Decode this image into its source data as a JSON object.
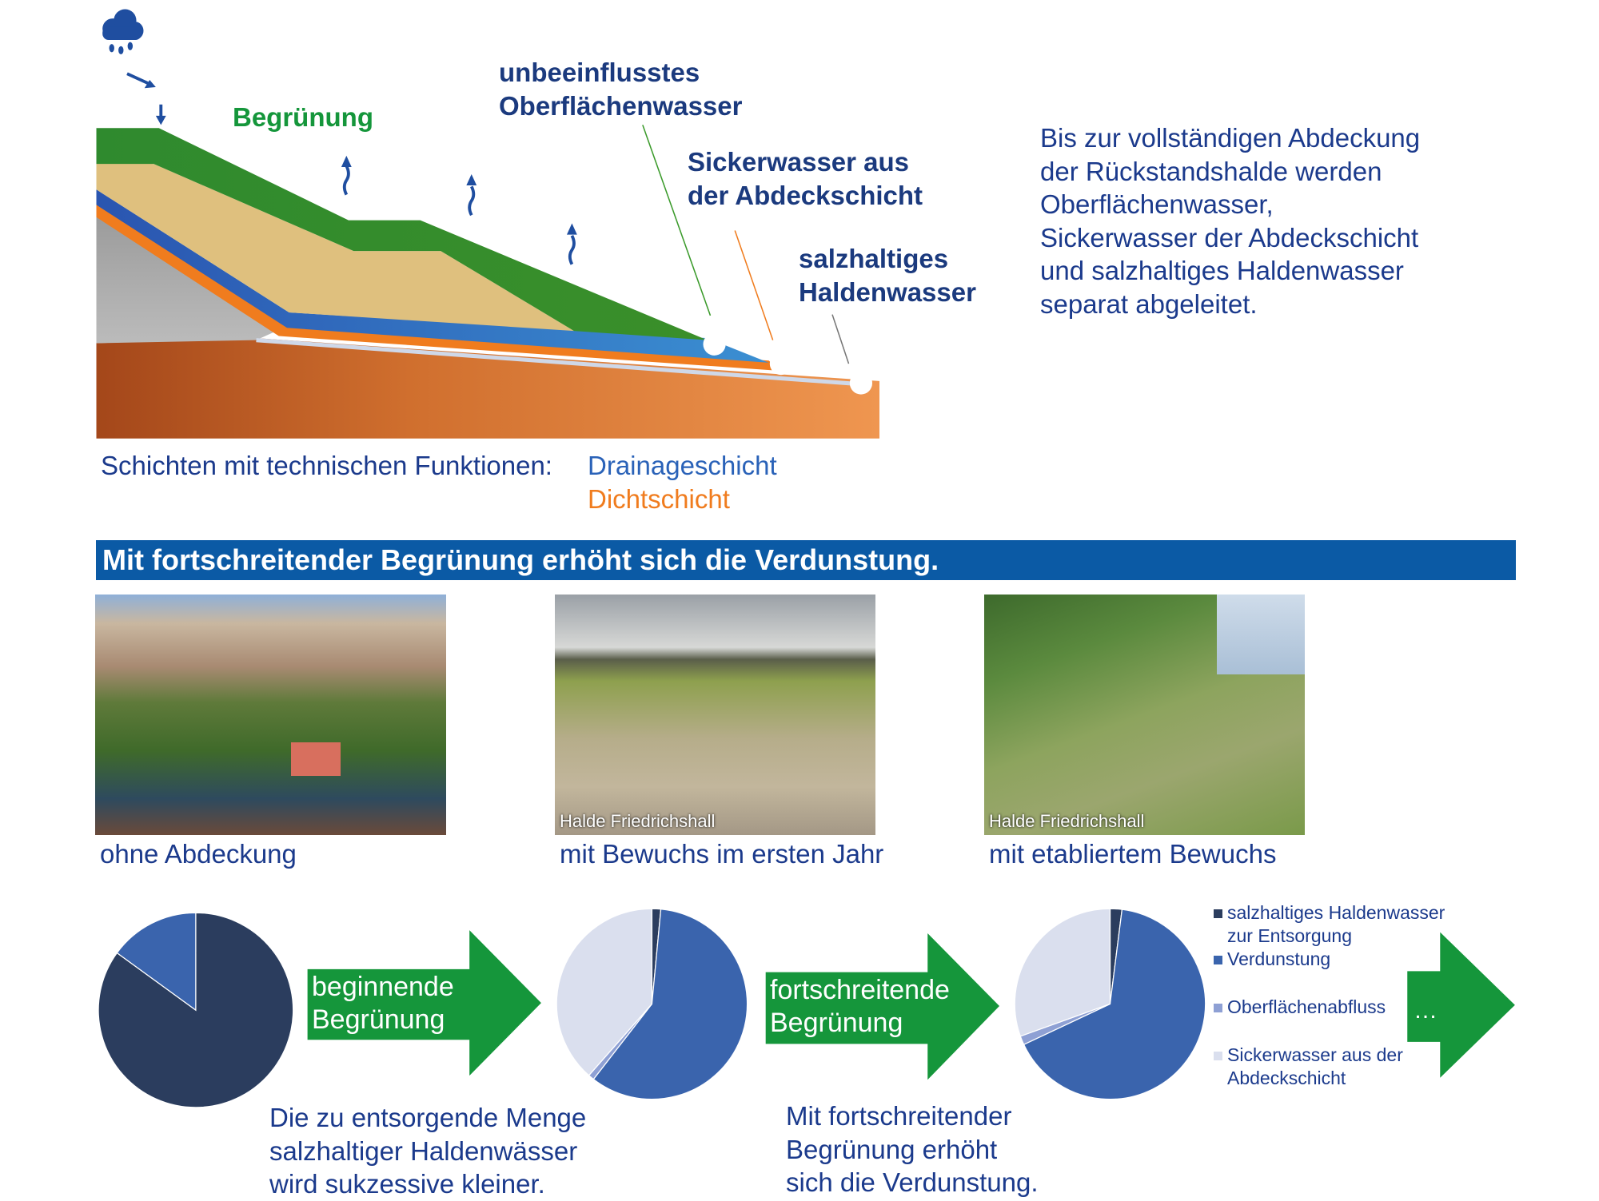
{
  "diagram": {
    "label_vegetation": "Begrünung",
    "label_surface_water": [
      "unbeeinflusstes",
      "Oberflächenwasser"
    ],
    "label_seepage": [
      "Sickerwasser aus",
      "der Abdeckschicht"
    ],
    "label_saline": [
      "salzhaltiges",
      "Haldenwasser"
    ],
    "layers_legend": {
      "prefix": "Schichten mit technischen Funktionen:",
      "drainage": "Drainageschicht",
      "sealing": "Dichtschicht"
    },
    "icons": [
      "rain-cloud-icon",
      "arrow-icon",
      "evaporation-arrow-icon"
    ]
  },
  "intro_text": [
    "Bis zur vollständigen Abdeckung",
    "der Rückstandshalde werden",
    "Oberflächenwasser,",
    "Sickerwasser der Abdeckschicht",
    "und salzhaltiges Haldenwasser",
    "separat abgeleitet."
  ],
  "banner": "Mit fortschreitender Begrünung erhöht sich die Verdunstung.",
  "photos": [
    {
      "caption": "ohne Abdeckung",
      "tag": ""
    },
    {
      "caption": "mit Bewuchs im ersten Jahr",
      "tag": "Halde Friedrichshall"
    },
    {
      "caption": "mit etabliertem Bewuchs",
      "tag": "Halde Friedrichshall"
    }
  ],
  "arrows": [
    [
      "beginnende",
      "Begrünung"
    ],
    [
      "fortschreitende",
      "Begrünung"
    ]
  ],
  "ellipsis": "…",
  "notes": [
    [
      "Die zu entsorgende Menge",
      "salzhaltiger Haldenwässer",
      "wird sukzessive kleiner."
    ],
    [
      "Mit fortschreitender",
      "Begrünung erhöht",
      "sich die Verdunstung."
    ]
  ],
  "colors": {
    "green": "#15963b",
    "navy": "#1b3a8c",
    "banner": "#0b5aa5",
    "drainage": "#2a62b8",
    "sealing": "#f07c1e"
  },
  "chart_data": {
    "type": "pie",
    "legend": [
      "salzhaltiges Haldenwasser zur Entsorgung",
      "Verdunstung",
      "Oberflächenabfluss",
      "Sickerwasser aus der Abdeckschicht"
    ],
    "legend_lines": [
      [
        "salzhaltiges Haldenwasser",
        "zur Entsorgung"
      ],
      [
        "Verdunstung"
      ],
      [
        "Oberflächenabfluss"
      ],
      [
        "Sickerwasser aus der",
        "Abdeckschicht"
      ]
    ],
    "series_colors": [
      "#2b3d5e",
      "#3a64ad",
      "#8ea0d4",
      "#dadfee"
    ],
    "pies": [
      {
        "name": "ohne Abdeckung",
        "values": [
          85,
          15,
          0,
          0
        ]
      },
      {
        "name": "beginnende Begrünung",
        "values": [
          1.5,
          59,
          1,
          38.5
        ]
      },
      {
        "name": "fortschreitende Begrünung",
        "values": [
          2,
          66,
          1.5,
          30.5
        ]
      }
    ],
    "legend_placement": "right"
  }
}
